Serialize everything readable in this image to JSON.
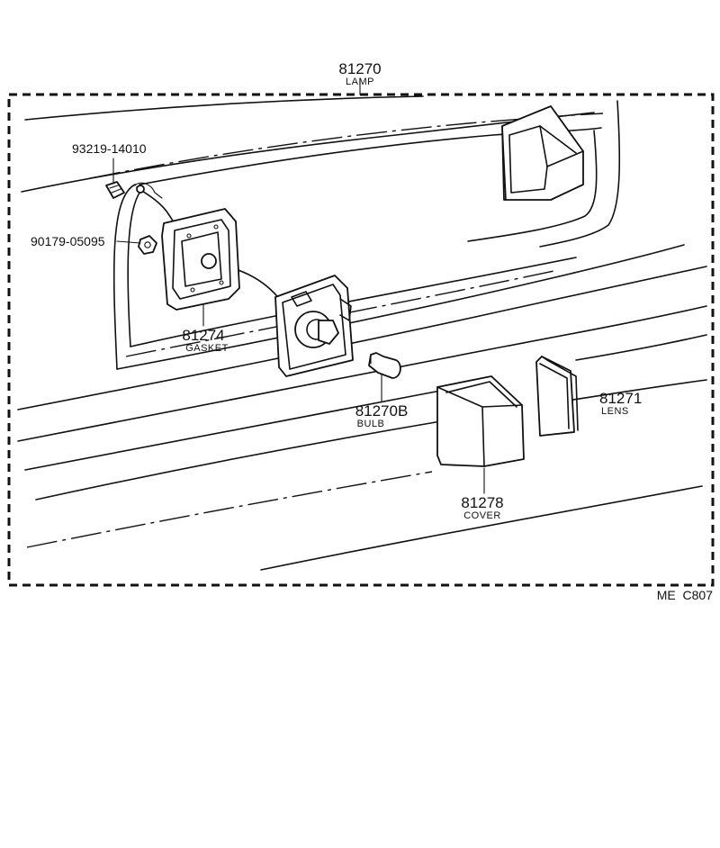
{
  "diagram": {
    "reference_code": "ME  C807",
    "assembly": {
      "part_number": "81270",
      "name": "LAMP"
    },
    "parts": [
      {
        "id": "screw",
        "part_number": "93219-14010",
        "name": ""
      },
      {
        "id": "nut",
        "part_number": "90179-05095",
        "name": ""
      },
      {
        "id": "gasket",
        "part_number": "81274",
        "name": "GASKET"
      },
      {
        "id": "bulb",
        "part_number": "81270B",
        "name": "BULB"
      },
      {
        "id": "lens",
        "part_number": "81271",
        "name": "LENS"
      },
      {
        "id": "cover",
        "part_number": "81278",
        "name": "COVER"
      }
    ]
  }
}
